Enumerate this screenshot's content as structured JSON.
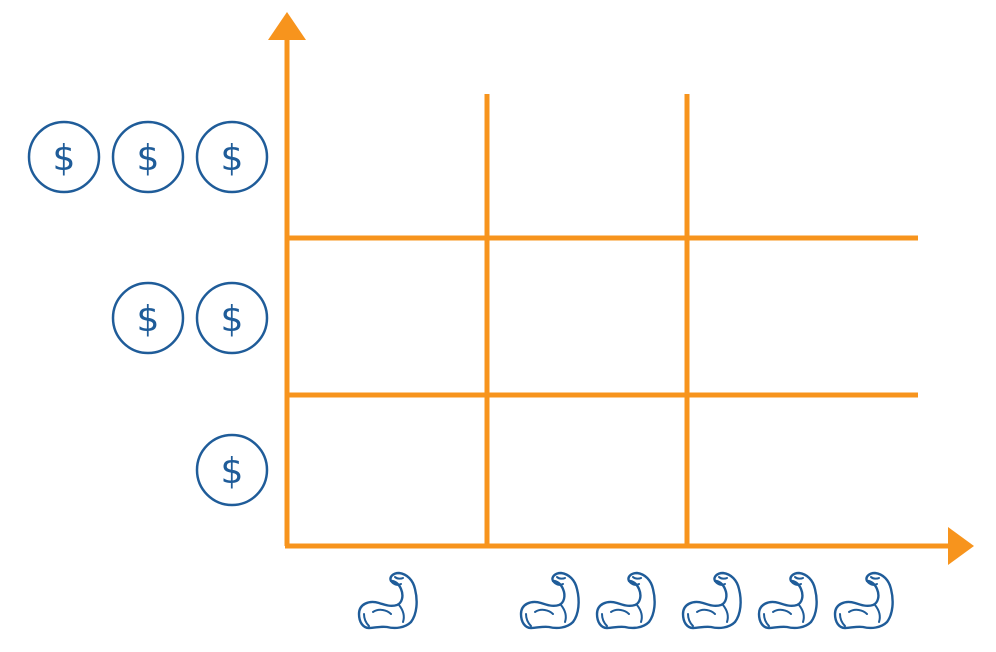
{
  "colors": {
    "grid": "#F7941D",
    "icon": "#1F5C99",
    "background": "#FFFFFF"
  },
  "icons": {
    "y_axis_symbol": "dollar-coin-icon",
    "x_axis_symbol": "flexed-bicep-icon"
  },
  "grid": {
    "rows": 3,
    "columns": 3
  },
  "y_levels": [
    {
      "level": 3,
      "symbol_text": "$",
      "count": 3
    },
    {
      "level": 2,
      "symbol_text": "$",
      "count": 2
    },
    {
      "level": 1,
      "symbol_text": "$",
      "count": 1
    }
  ],
  "x_levels": [
    {
      "level": 1,
      "count": 1
    },
    {
      "level": 2,
      "count": 2
    },
    {
      "level": 3,
      "count": 3
    }
  ]
}
